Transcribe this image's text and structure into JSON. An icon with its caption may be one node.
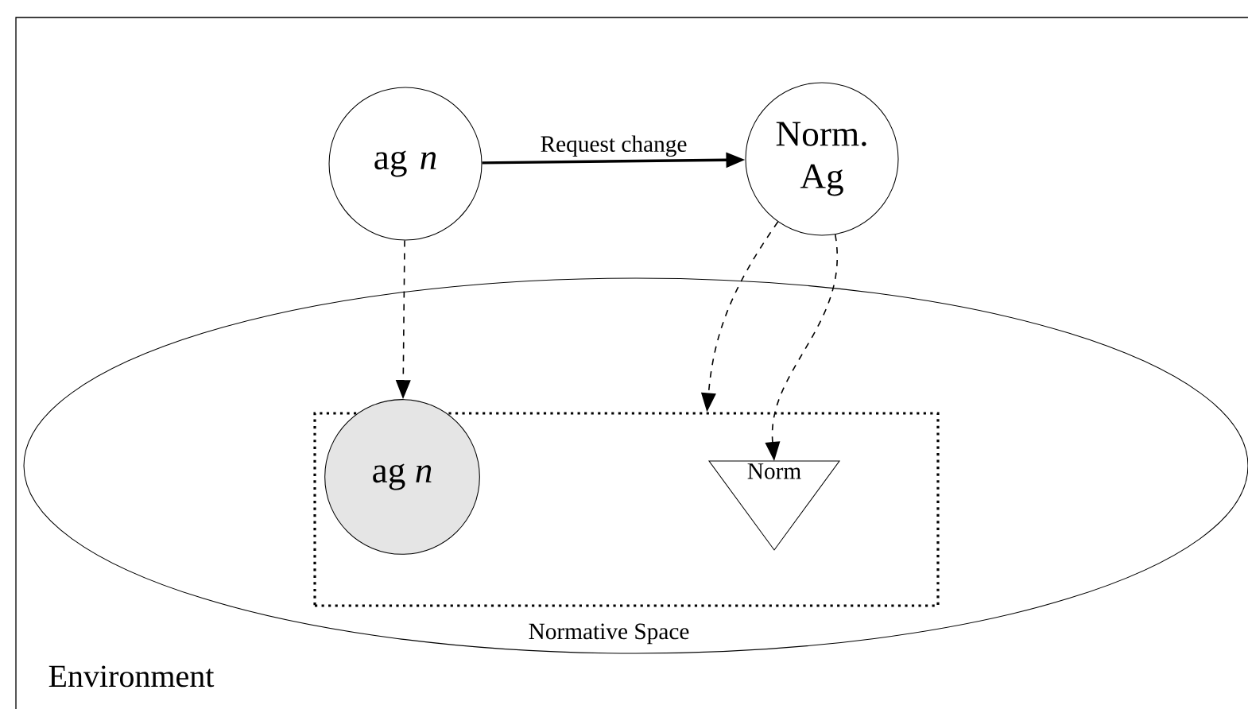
{
  "diagram": {
    "nodes": [
      {
        "text": [
          "ag *n*"
        ]
      },
      {
        "text": [
          "Norm. Ag"
        ]
      },
      {
        "text": [
          "Environment"
        ]
      },
      {
        "text": [
          "Normative Space"
        ],
        "in": 2
      },
      {
        "text": [
          "ag *n*"
        ],
        "in": 3
      },
      {
        "text": [
          "Norm"
        ],
        "in": 3
      }
    ],
    "edges": [
      {
        "from": 0,
        "to": 1,
        "arrow": "to",
        "label": "Request change"
      },
      {
        "from": 0,
        "to": 4,
        "arrow": "to",
        "style": "dashed"
      },
      {
        "from": 1,
        "to": 3,
        "arrow": "to",
        "style": "dashed"
      },
      {
        "from": 1,
        "to": 5,
        "arrow": "to",
        "style": "dashed"
      }
    ]
  }
}
